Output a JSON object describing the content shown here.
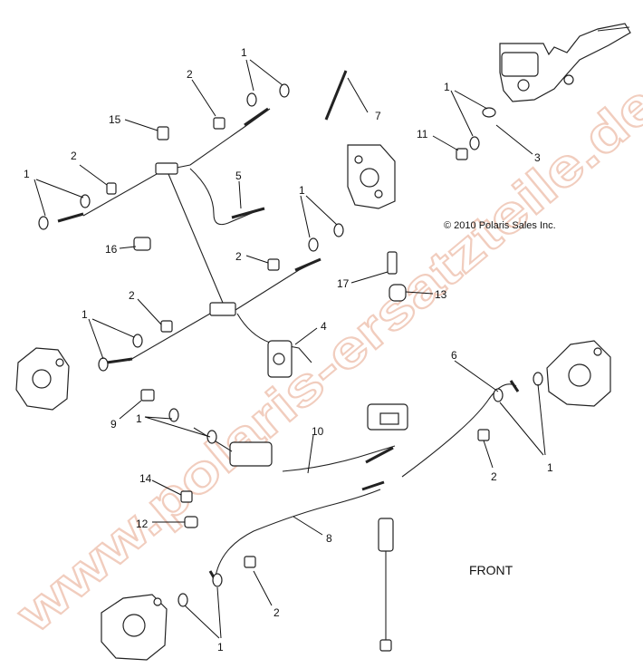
{
  "copyright": "© 2010 Polaris Sales Inc.",
  "front_label": "FRONT",
  "watermark": "www.polaris-ersatzteile.de",
  "callouts": {
    "c1_top": "1",
    "c2_top": "2",
    "c15": "15",
    "c7": "7",
    "c1_mc": "1",
    "c11": "11",
    "c3": "3",
    "c2_left": "2",
    "c1_left": "1",
    "c5": "5",
    "c1_mid": "1",
    "c16": "16",
    "c2_mid": "2",
    "c17": "17",
    "c13": "13",
    "c2_lower": "2",
    "c1_lower": "1",
    "c4": "4",
    "c6": "6",
    "c9": "9",
    "c10": "10",
    "c1_rear": "1",
    "c1_right": "1",
    "c2_right": "2",
    "c14": "14",
    "c12": "12",
    "c8": "8",
    "c2_bottom": "2",
    "c1_bottom": "1"
  }
}
